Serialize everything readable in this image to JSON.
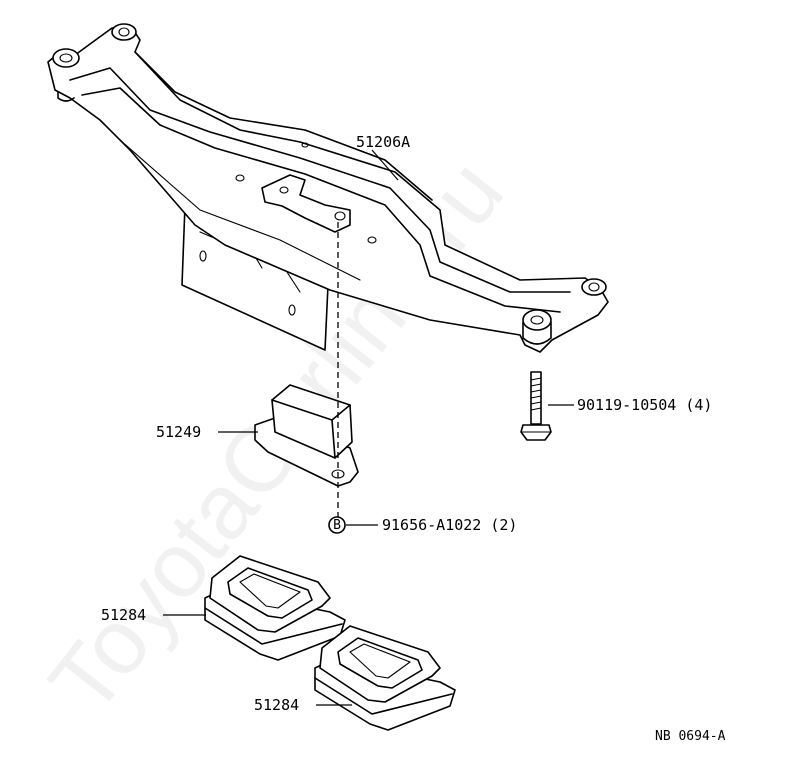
{
  "diagram": {
    "watermark": "ToyotaCarline.ru",
    "reference_code": "NB 0694-A",
    "parts": [
      {
        "id": "crossmember",
        "label": "51206A"
      },
      {
        "id": "bolt",
        "label": "90119-10504 (4)"
      },
      {
        "id": "mount",
        "label": "51249"
      },
      {
        "id": "fastener",
        "label": "91656-A1022 (2)",
        "marker": "B"
      },
      {
        "id": "stopper-upper",
        "label": "51284"
      },
      {
        "id": "stopper-lower",
        "label": "51284"
      }
    ]
  }
}
